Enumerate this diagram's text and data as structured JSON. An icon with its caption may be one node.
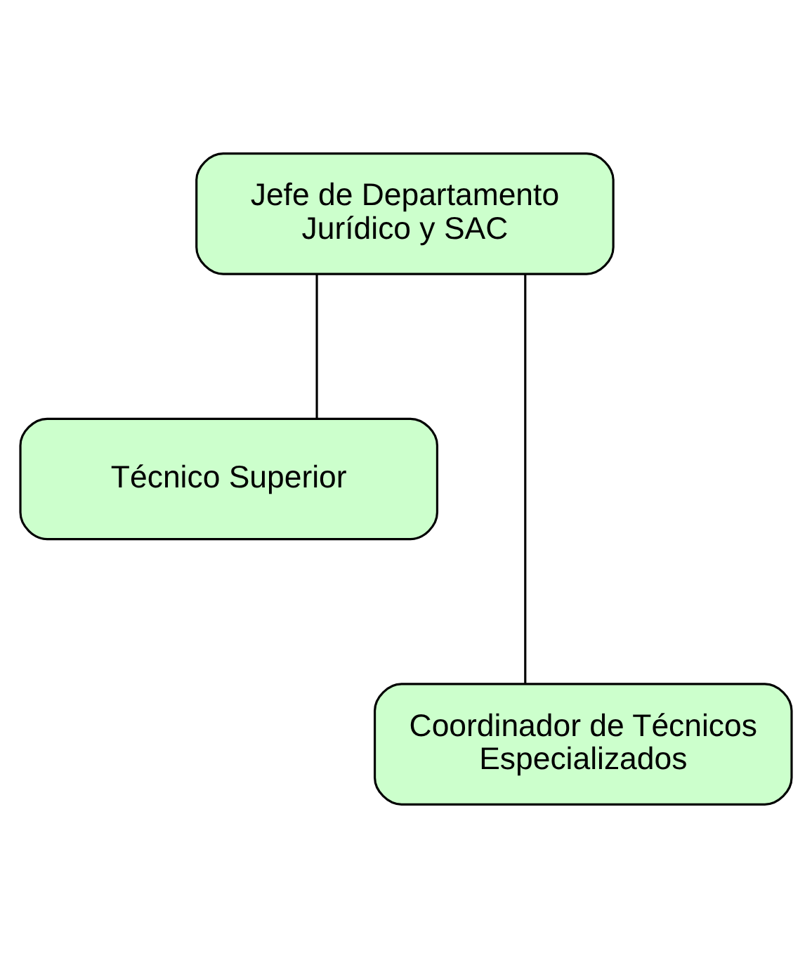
{
  "diagram": {
    "nodes": [
      {
        "text": [
          "Jefe de Departamento Jurídico y SAC"
        ]
      },
      {
        "text": [
          "Técnico Superior"
        ]
      },
      {
        "text": [
          "Coordinador de Técnicos Especializados"
        ]
      }
    ],
    "edges": [
      {
        "from": 0,
        "to": 1,
        "arrow": "none"
      },
      {
        "from": 0,
        "to": 2,
        "arrow": "none"
      }
    ]
  }
}
